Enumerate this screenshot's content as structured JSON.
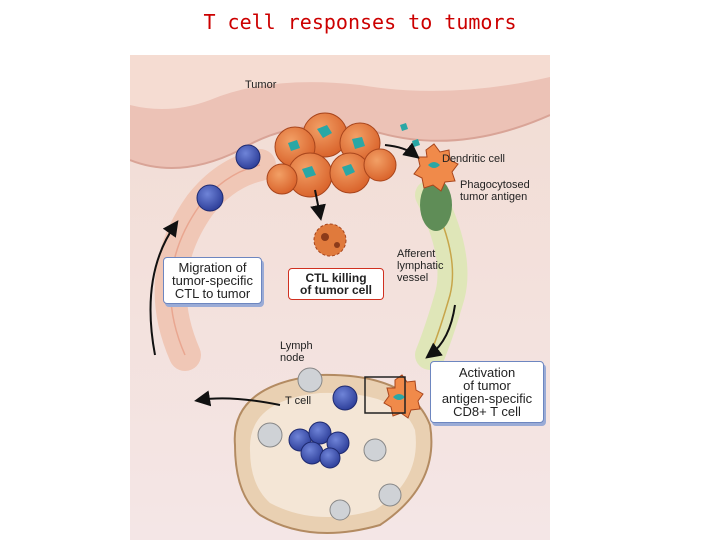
{
  "title": "T cell responses to tumors",
  "labels": {
    "tumor": "Tumor",
    "dendritic_cell": "Dendritic cell",
    "phagocytosed": "Phagocytosed\ntumor antigen",
    "afferent": "Afferent\nlymphatic\nvessel",
    "lymph_node": "Lymph\nnode",
    "t_cell": "T cell"
  },
  "boxes": {
    "migration": "Migration of\ntumor-specific\nCTL to tumor",
    "ctl_killing": "CTL killing\nof tumor cell",
    "activation": "Activation\nof tumor\nantigen-specific\nCD8+ T cell"
  },
  "colors": {
    "title": "#cc0000",
    "skin": "#f1d4cc",
    "tumor_cell": "#e8803c",
    "nucleus": "#2aa7a5",
    "t_cell": "#3c50b0",
    "box_border": "#6d86c0",
    "killing_border": "#d03020"
  }
}
